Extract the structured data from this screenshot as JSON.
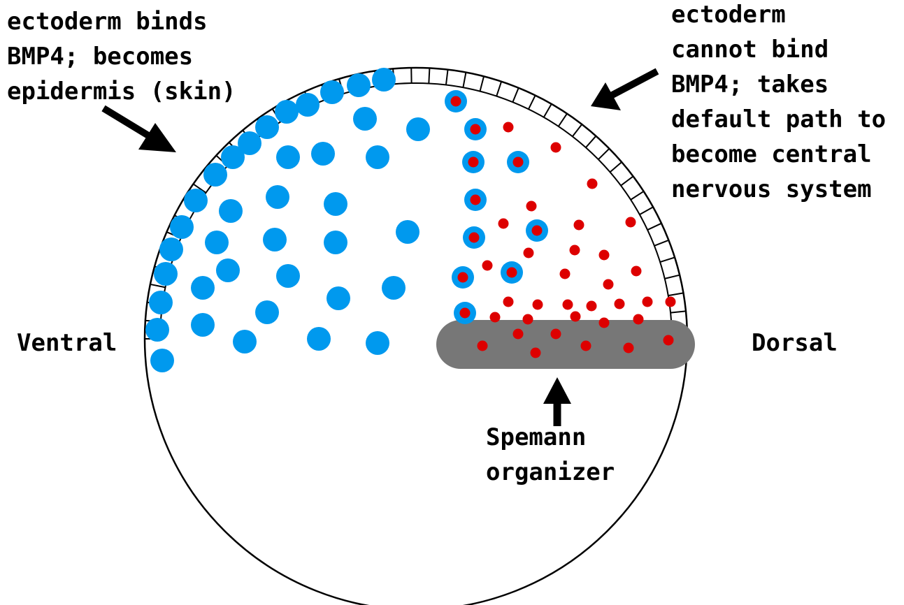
{
  "labels": {
    "top_left": [
      "ectoderm binds",
      "BMP4; becomes",
      "epidermis (skin)"
    ],
    "top_right": [
      "ectoderm",
      "cannot bind",
      "BMP4; takes",
      "default path to",
      "become central",
      "nervous system"
    ],
    "ventral": "Ventral",
    "dorsal": "Dorsal",
    "organizer": [
      "Spemann",
      "organizer"
    ]
  },
  "colors": {
    "bmp4_blue": "#0099ee",
    "signal_red": "#dd0000",
    "organizer_gray": "#777777",
    "outline": "#000000"
  }
}
